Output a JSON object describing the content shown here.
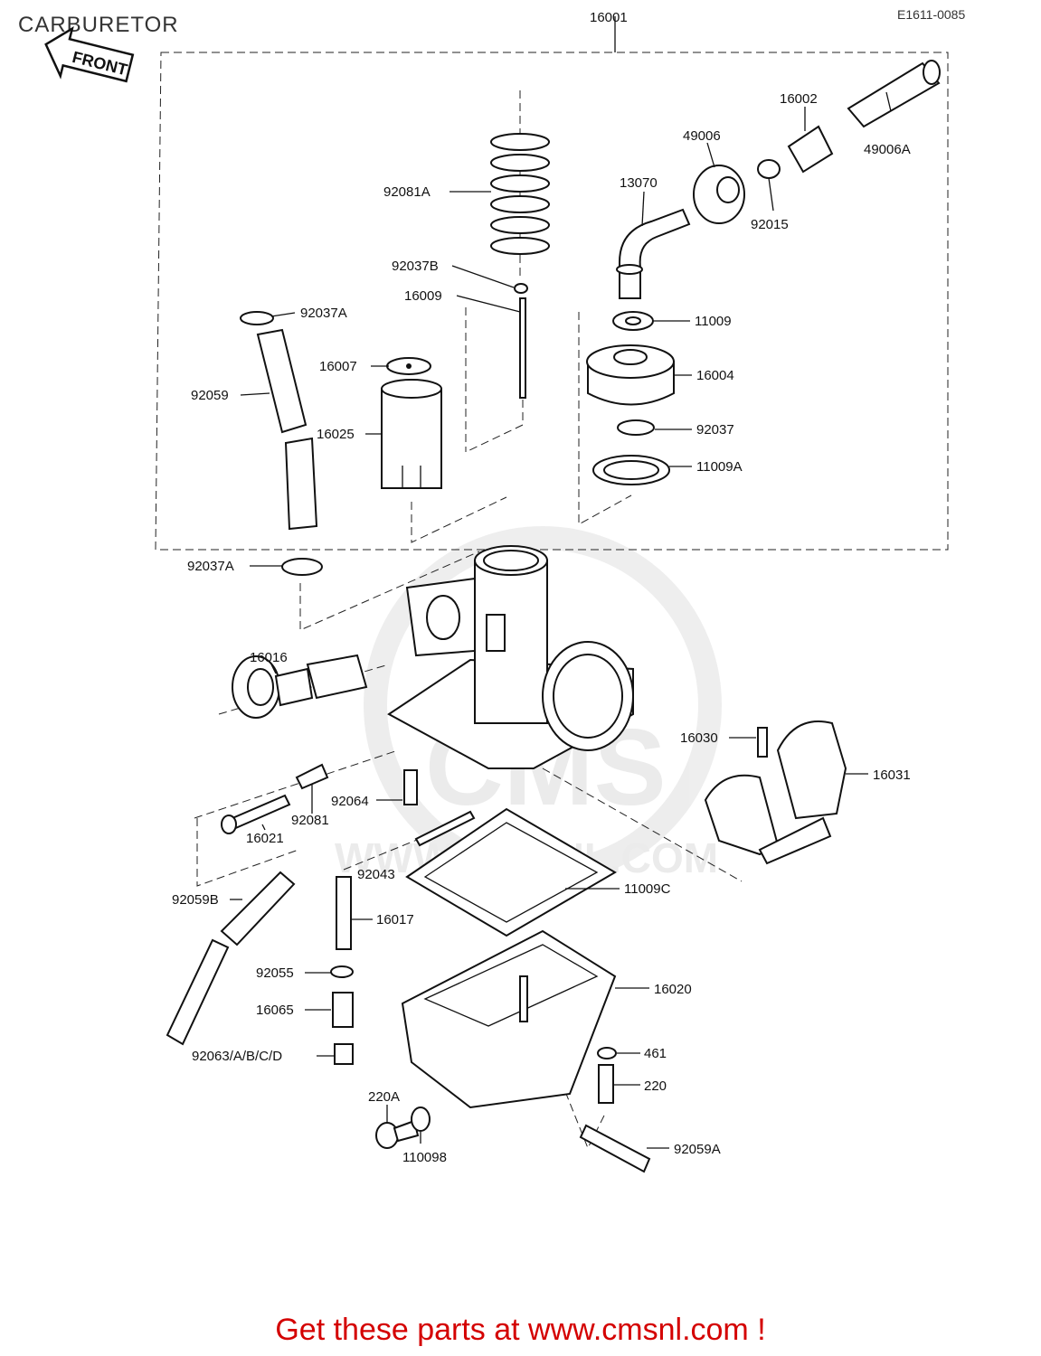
{
  "page": {
    "title": "CARBURETOR",
    "diagram_code": "E1611-0085",
    "front_label": "FRONT",
    "watermark_text": "WWW.CMSNL.COM",
    "watermark_logo": "CMS",
    "banner": "Get these parts at www.cmsnl.com !",
    "banner_color": "#d40000"
  },
  "callouts": [
    {
      "id": "16001",
      "text": "16001"
    },
    {
      "id": "16002",
      "text": "16002"
    },
    {
      "id": "49006",
      "text": "49006"
    },
    {
      "id": "49006A",
      "text": "49006A"
    },
    {
      "id": "13070",
      "text": "13070"
    },
    {
      "id": "92015",
      "text": "92015"
    },
    {
      "id": "92081A",
      "text": "92081A"
    },
    {
      "id": "92037B",
      "text": "92037B"
    },
    {
      "id": "16009",
      "text": "16009"
    },
    {
      "id": "92037A-top",
      "text": "92037A"
    },
    {
      "id": "11009",
      "text": "11009"
    },
    {
      "id": "16007",
      "text": "16007"
    },
    {
      "id": "16004",
      "text": "16004"
    },
    {
      "id": "92059",
      "text": "92059"
    },
    {
      "id": "16025",
      "text": "16025"
    },
    {
      "id": "92037",
      "text": "92037"
    },
    {
      "id": "11009A",
      "text": "11009A"
    },
    {
      "id": "92037A-bottom",
      "text": "92037A"
    },
    {
      "id": "16016",
      "text": "16016"
    },
    {
      "id": "16030",
      "text": "16030"
    },
    {
      "id": "16031",
      "text": "16031"
    },
    {
      "id": "92064",
      "text": "92064"
    },
    {
      "id": "92081",
      "text": "92081"
    },
    {
      "id": "16021",
      "text": "16021"
    },
    {
      "id": "92043",
      "text": "92043"
    },
    {
      "id": "92059B",
      "text": "92059B"
    },
    {
      "id": "11009C",
      "text": "11009C"
    },
    {
      "id": "16017",
      "text": "16017"
    },
    {
      "id": "92055",
      "text": "92055"
    },
    {
      "id": "16020",
      "text": "16020"
    },
    {
      "id": "16065",
      "text": "16065"
    },
    {
      "id": "461",
      "text": "461"
    },
    {
      "id": "92063",
      "text": "92063/A/B/C/D"
    },
    {
      "id": "220",
      "text": "220"
    },
    {
      "id": "220A",
      "text": "220A"
    },
    {
      "id": "92059A",
      "text": "92059A"
    },
    {
      "id": "11009B",
      "text": "110098"
    }
  ]
}
